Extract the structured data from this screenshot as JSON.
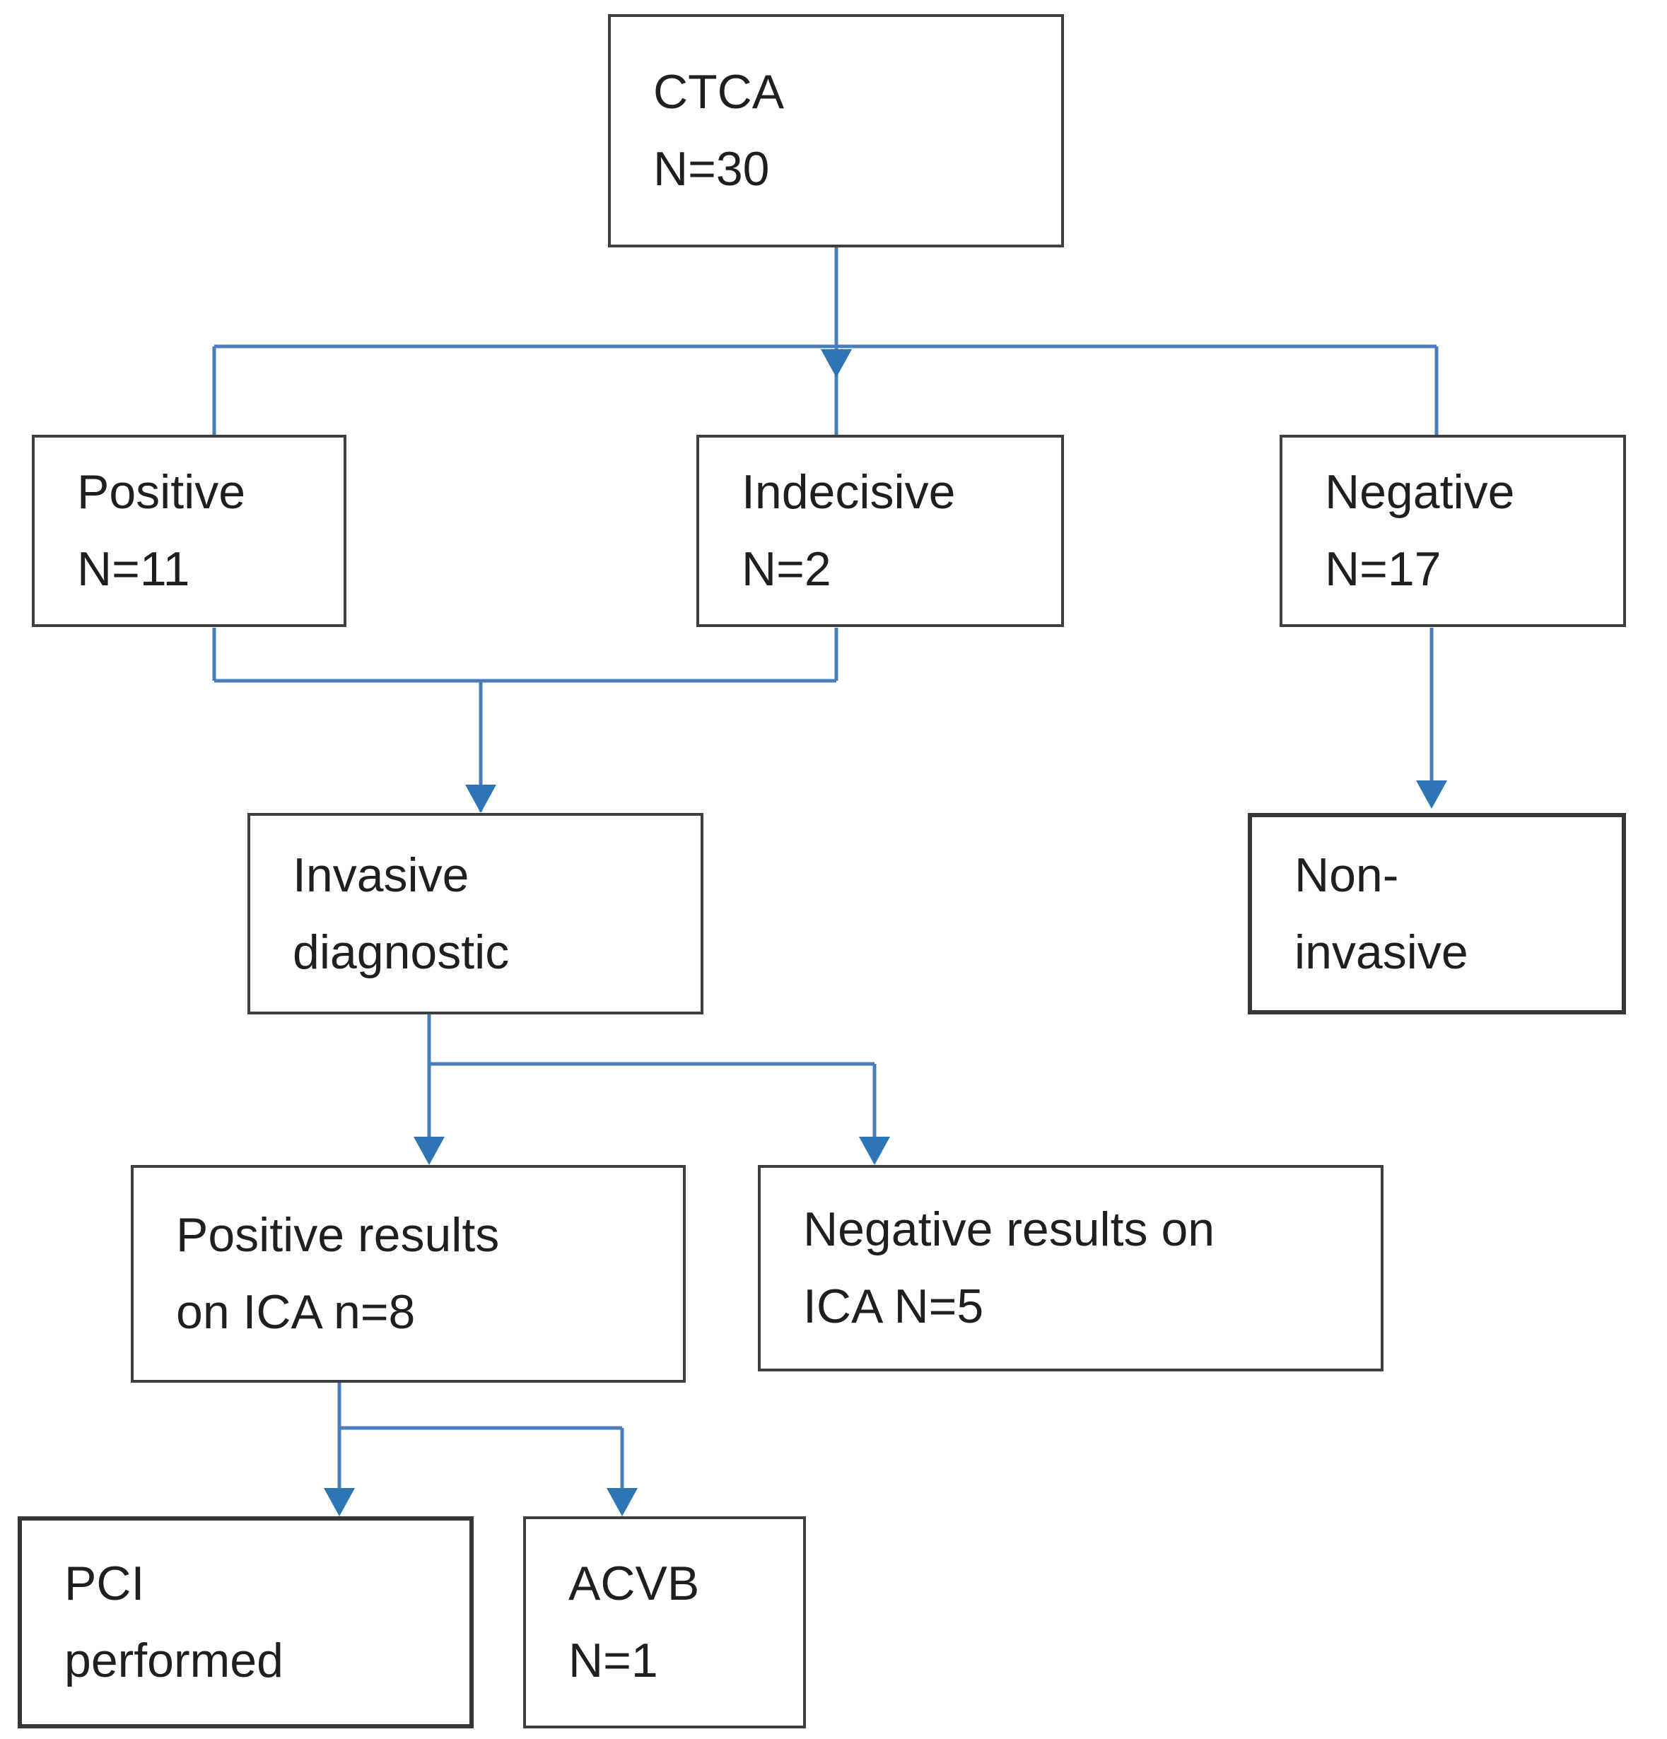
{
  "title": "CTCA patient flow diagram",
  "colors": {
    "connector": "#4a7ebb",
    "arrowhead": "#2e75b6",
    "box-border": "#3f3f3f",
    "text": "#1f1f1f",
    "background": "#ffffff"
  },
  "nodes": {
    "ctca": {
      "lines": [
        "CTCA",
        "N=30"
      ]
    },
    "positive": {
      "lines": [
        "Positive",
        "N=11"
      ]
    },
    "indecisive": {
      "lines": [
        "Indecisive",
        "N=2"
      ]
    },
    "negative": {
      "lines": [
        "Negative",
        "N=17"
      ]
    },
    "invasive_diagnostic": {
      "lines": [
        "Invasive",
        "diagnostic"
      ]
    },
    "non_invasive": {
      "lines": [
        "Non-",
        "invasive"
      ]
    },
    "ica_positive": {
      "lines": [
        "Positive results",
        "on ICA n=8"
      ]
    },
    "ica_negative": {
      "lines": [
        "Negative results on",
        "ICA N=5"
      ]
    },
    "pci": {
      "lines": [
        "PCI",
        "performed"
      ]
    },
    "acvb": {
      "lines": [
        "ACVB",
        "N=1"
      ]
    }
  },
  "edges": [
    {
      "from": "ctca",
      "to": "positive"
    },
    {
      "from": "ctca",
      "to": "indecisive"
    },
    {
      "from": "ctca",
      "to": "negative"
    },
    {
      "from": "positive",
      "to": "invasive_diagnostic"
    },
    {
      "from": "indecisive",
      "to": "invasive_diagnostic"
    },
    {
      "from": "negative",
      "to": "non_invasive"
    },
    {
      "from": "invasive_diagnostic",
      "to": "ica_positive"
    },
    {
      "from": "invasive_diagnostic",
      "to": "ica_negative"
    },
    {
      "from": "ica_positive",
      "to": "pci"
    },
    {
      "from": "ica_positive",
      "to": "acvb"
    }
  ]
}
